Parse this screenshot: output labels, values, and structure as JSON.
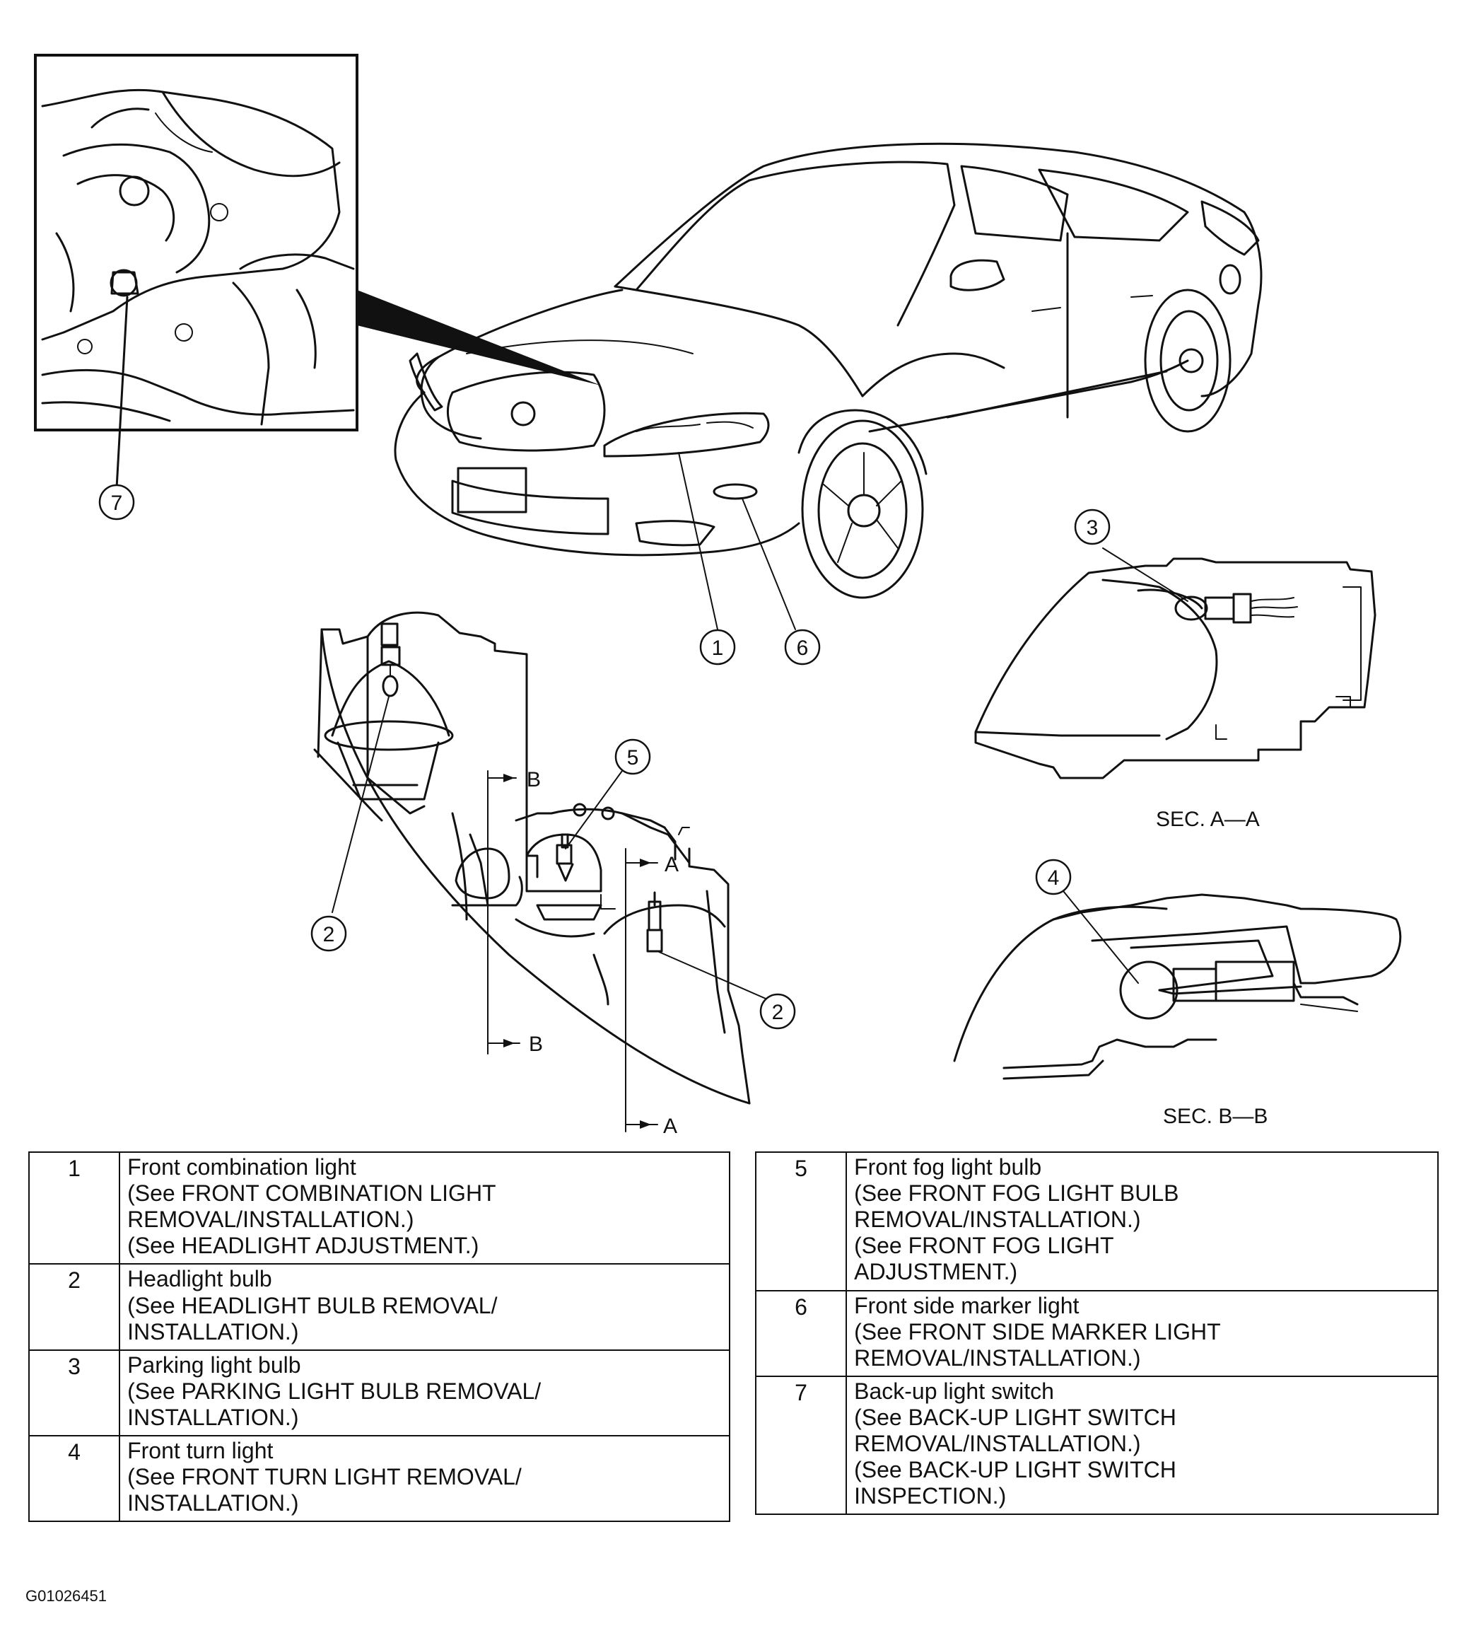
{
  "figure_id": "G01026451",
  "callouts": {
    "c1": "1",
    "c2a": "2",
    "c2b": "2",
    "c3": "3",
    "c4": "4",
    "c5": "5",
    "c6": "6",
    "c7": "7"
  },
  "section_marks": {
    "a_top": "A",
    "a_bottom": "A",
    "b_top": "B",
    "b_bottom": "B"
  },
  "section_labels": {
    "sec_aa": "SEC. A—A",
    "sec_bb": "SEC. B—B"
  },
  "legend_left": [
    {
      "number": "1",
      "lines": [
        "Front combination light",
        "(See  FRONT COMBINATION LIGHT",
        "REMOVAL/INSTALLATION.)",
        "(See  HEADLIGHT ADJUSTMENT.)"
      ]
    },
    {
      "number": "2",
      "lines": [
        "Headlight bulb",
        "(See  HEADLIGHT BULB REMOVAL/",
        "INSTALLATION.)"
      ]
    },
    {
      "number": "3",
      "lines": [
        "Parking light bulb",
        "(See  PARKING LIGHT BULB REMOVAL/",
        "INSTALLATION.)"
      ]
    },
    {
      "number": "4",
      "lines": [
        "Front turn light",
        "(See  FRONT TURN LIGHT REMOVAL/",
        "INSTALLATION.)"
      ]
    }
  ],
  "legend_right": [
    {
      "number": "5",
      "lines": [
        "Front fog light bulb",
        "(See  FRONT FOG LIGHT BULB",
        "REMOVAL/INSTALLATION.)",
        "(See  FRONT FOG LIGHT",
        "ADJUSTMENT.)"
      ]
    },
    {
      "number": "6",
      "lines": [
        "Front side marker light",
        "(See  FRONT SIDE MARKER LIGHT",
        "REMOVAL/INSTALLATION.)"
      ]
    },
    {
      "number": "7",
      "lines": [
        "Back-up light switch",
        "(See  BACK-UP LIGHT SWITCH",
        "REMOVAL/INSTALLATION.)",
        "(See  BACK-UP LIGHT SWITCH",
        "INSPECTION.)"
      ]
    }
  ]
}
